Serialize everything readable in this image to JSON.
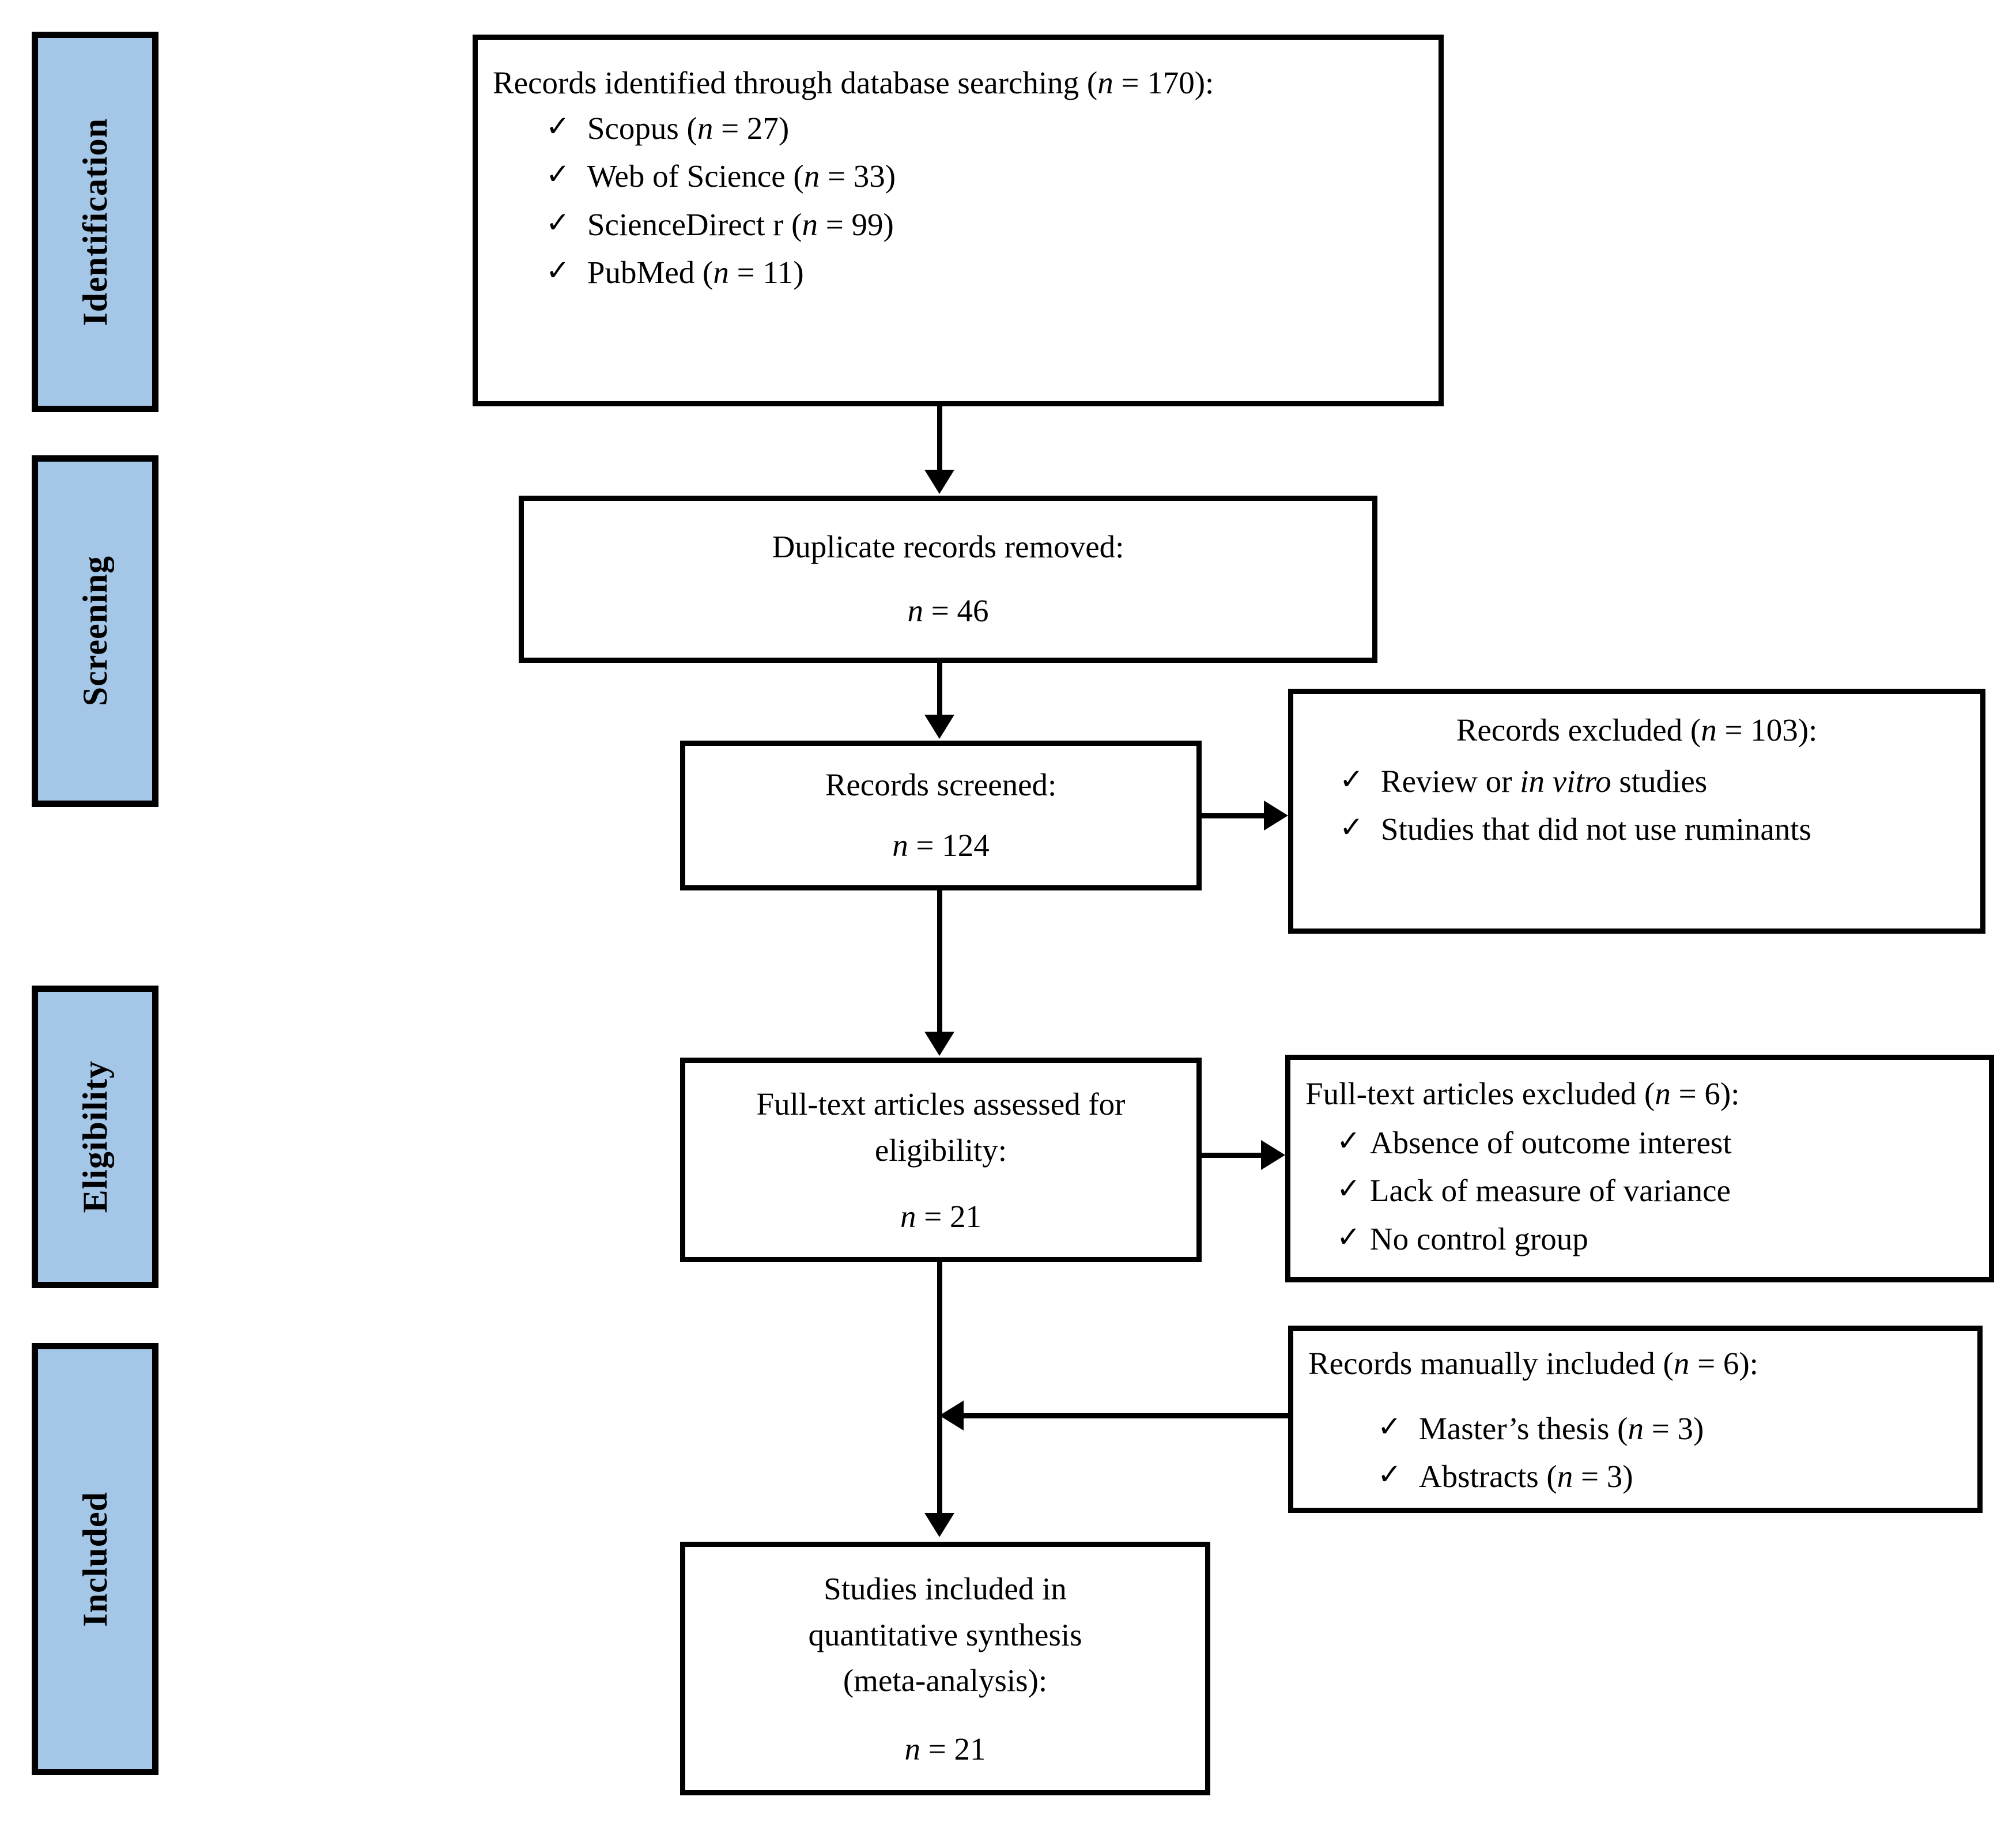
{
  "diagram": {
    "type": "prisma-flow-diagram",
    "accent_color": "#a4c6e7",
    "border_color": "#000000",
    "background_color": "#ffffff"
  },
  "stages": [
    {
      "id": "identification",
      "label": "Identification"
    },
    {
      "id": "screening",
      "label": "Screening"
    },
    {
      "id": "eligibility",
      "label": "Eligibility"
    },
    {
      "id": "included",
      "label": "Included"
    }
  ],
  "boxes": {
    "identified": {
      "title": "Records identified through database searching (",
      "title_n": "n",
      "title_eq": " = 170):",
      "sources": [
        {
          "check": "✓",
          "name": "Scopus (",
          "n": "n",
          "value": " = 27)"
        },
        {
          "check": "✓",
          "name": "Web of Science (",
          "n": "n",
          "value": " = 33)"
        },
        {
          "check": "✓",
          "name": "ScienceDirect r (",
          "n": "n",
          "value": " = 99)"
        },
        {
          "check": "✓",
          "name": "PubMed (",
          "n": "n",
          "value": " = 11)"
        }
      ]
    },
    "duplicates": {
      "title": "Duplicate records removed:",
      "n": "n",
      "value": " = 46"
    },
    "screened": {
      "title": "Records screened:",
      "n": "n",
      "value": " = 124"
    },
    "records_excluded": {
      "title": "Records excluded (",
      "title_n": "n",
      "title_eq": " = 103):",
      "reasons": [
        {
          "check": "✓",
          "pre": "Review or ",
          "italic": "in vitro",
          "post": " studies"
        },
        {
          "check": "✓",
          "pre": "Studies that did not use ruminants",
          "italic": "",
          "post": ""
        }
      ]
    },
    "fulltext_assessed": {
      "line1": "Full-text articles assessed for",
      "line2": "eligibility:",
      "n": "n",
      "value": " = 21"
    },
    "fulltext_excluded": {
      "title": "Full-text articles excluded (",
      "title_n": "n",
      "title_eq": " = 6):",
      "reasons": [
        {
          "check": "✓",
          "text": "Absence of outcome interest"
        },
        {
          "check": "✓",
          "text": "Lack of measure of variance"
        },
        {
          "check": "✓",
          "text": "No control group"
        }
      ]
    },
    "manually_included": {
      "title": "Records manually included (",
      "title_n": "n",
      "title_eq": " = 6):",
      "sources": [
        {
          "check": "✓",
          "name": "Master’s thesis (",
          "n": "n",
          "value": " = 3)"
        },
        {
          "check": "✓",
          "name": "Abstracts (",
          "n": "n",
          "value": " = 3)"
        }
      ]
    },
    "final": {
      "line1": "Studies included in",
      "line2": "quantitative synthesis",
      "line3": "(meta-analysis):",
      "n": "n",
      "value": " = 21"
    }
  }
}
